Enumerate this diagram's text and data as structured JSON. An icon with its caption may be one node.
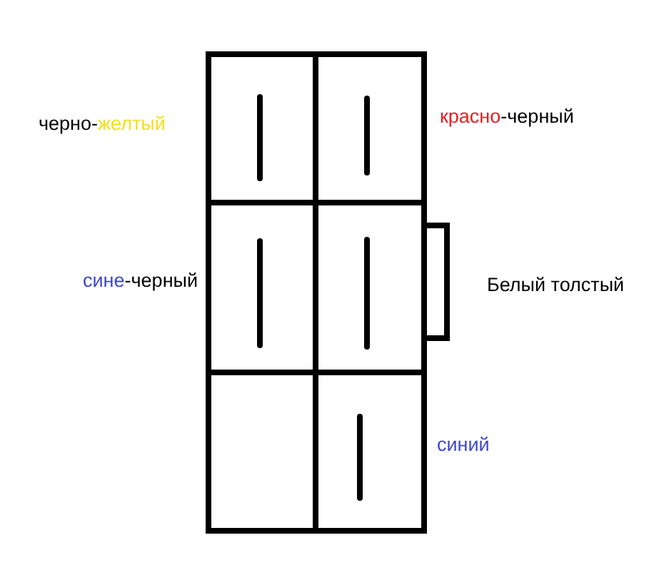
{
  "diagram": {
    "labels": [
      "черно-желтый",
      "красно-черный",
      "сине-черный",
      "Белый толстый",
      "синий"
    ]
  }
}
